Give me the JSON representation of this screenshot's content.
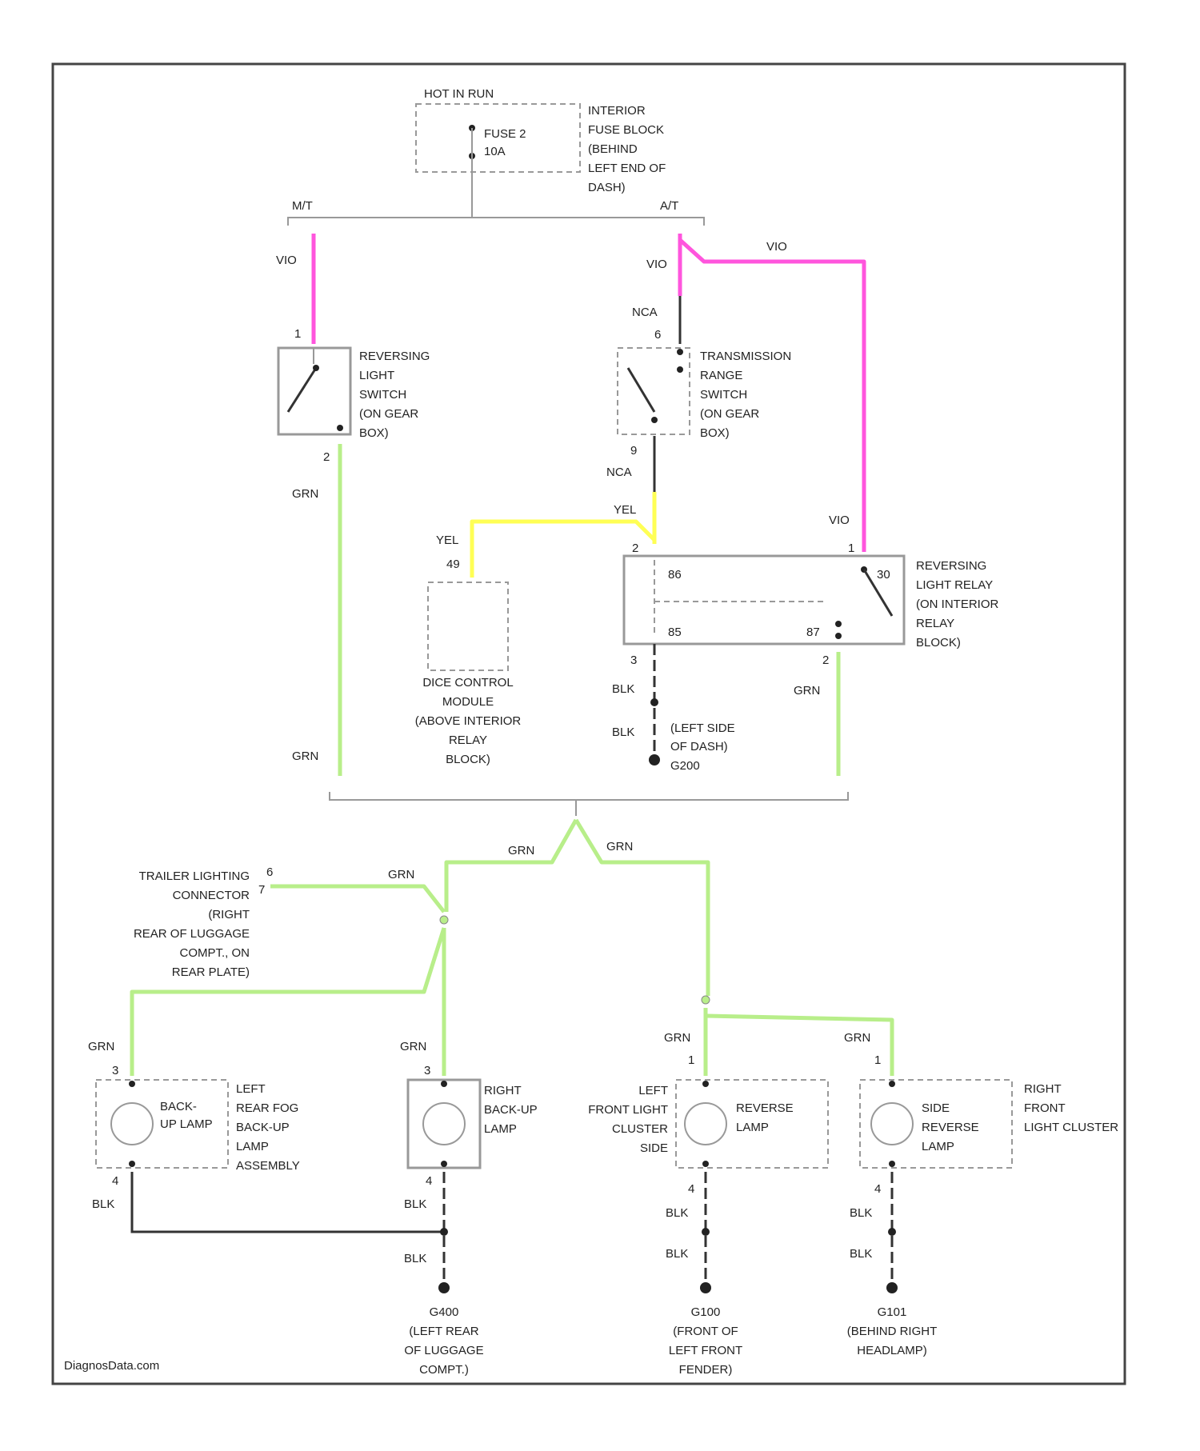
{
  "footer": {
    "watermark": "DiagnosData.com"
  },
  "power": {
    "hot_label": "HOT IN RUN",
    "fuse_label": "FUSE 2",
    "fuse_rating": "10A",
    "fuse_block": [
      "INTERIOR",
      "FUSE BLOCK",
      "(BEHIND",
      "LEFT END OF",
      "DASH)"
    ]
  },
  "branches": {
    "mt": "M/T",
    "at": "A/T"
  },
  "wires": {
    "vio": "VIO",
    "grn": "GRN",
    "blk": "BLK",
    "yel": "YEL",
    "nca": "NCA"
  },
  "pins": {
    "p1": "1",
    "p2": "2",
    "p3": "3",
    "p4": "4",
    "p6": "6",
    "p7": "7",
    "p9": "9",
    "p49": "49",
    "p30": "30",
    "p85": "85",
    "p86": "86",
    "p87": "87"
  },
  "components": {
    "reversing_switch": [
      "REVERSING",
      "LIGHT",
      "SWITCH",
      "(ON GEAR",
      "BOX)"
    ],
    "range_switch": [
      "TRANSMISSION",
      "RANGE",
      "SWITCH",
      "(ON GEAR",
      "BOX)"
    ],
    "relay": [
      "REVERSING",
      "LIGHT RELAY",
      "(ON INTERIOR",
      "RELAY",
      "BLOCK)"
    ],
    "dice_module": [
      "DICE CONTROL",
      "MODULE",
      "(ABOVE INTERIOR",
      "RELAY",
      "BLOCK)"
    ],
    "ground_dash": [
      "(LEFT SIDE",
      "OF DASH)",
      "G200"
    ],
    "trailer": [
      "TRAILER LIGHTING",
      "CONNECTOR",
      "(RIGHT",
      "REAR OF LUGGAGE",
      "COMPT., ON",
      "REAR PLATE)"
    ],
    "left_rear_lamp": [
      "BACK-",
      "UP LAMP"
    ],
    "left_rear_assy": [
      "LEFT",
      "REAR FOG",
      "BACK-UP",
      "LAMP",
      "ASSEMBLY"
    ],
    "right_backup": [
      "RIGHT",
      "BACK-UP",
      "LAMP"
    ],
    "left_front_cluster": [
      "LEFT",
      "FRONT LIGHT",
      "CLUSTER",
      "SIDE"
    ],
    "reverse_lamp": [
      "REVERSE",
      "LAMP"
    ],
    "side_reverse": [
      "SIDE",
      "REVERSE",
      "LAMP"
    ],
    "right_front_cluster": [
      "RIGHT",
      "FRONT",
      "LIGHT CLUSTER"
    ],
    "ground_g400": [
      "G400",
      "(LEFT REAR",
      "OF LUGGAGE",
      "COMPT.)"
    ],
    "ground_g100": [
      "G100",
      "(FRONT OF",
      "LEFT FRONT",
      "FENDER)"
    ],
    "ground_g101": [
      "G101",
      "(BEHIND RIGHT",
      "HEADLAMP)"
    ]
  }
}
